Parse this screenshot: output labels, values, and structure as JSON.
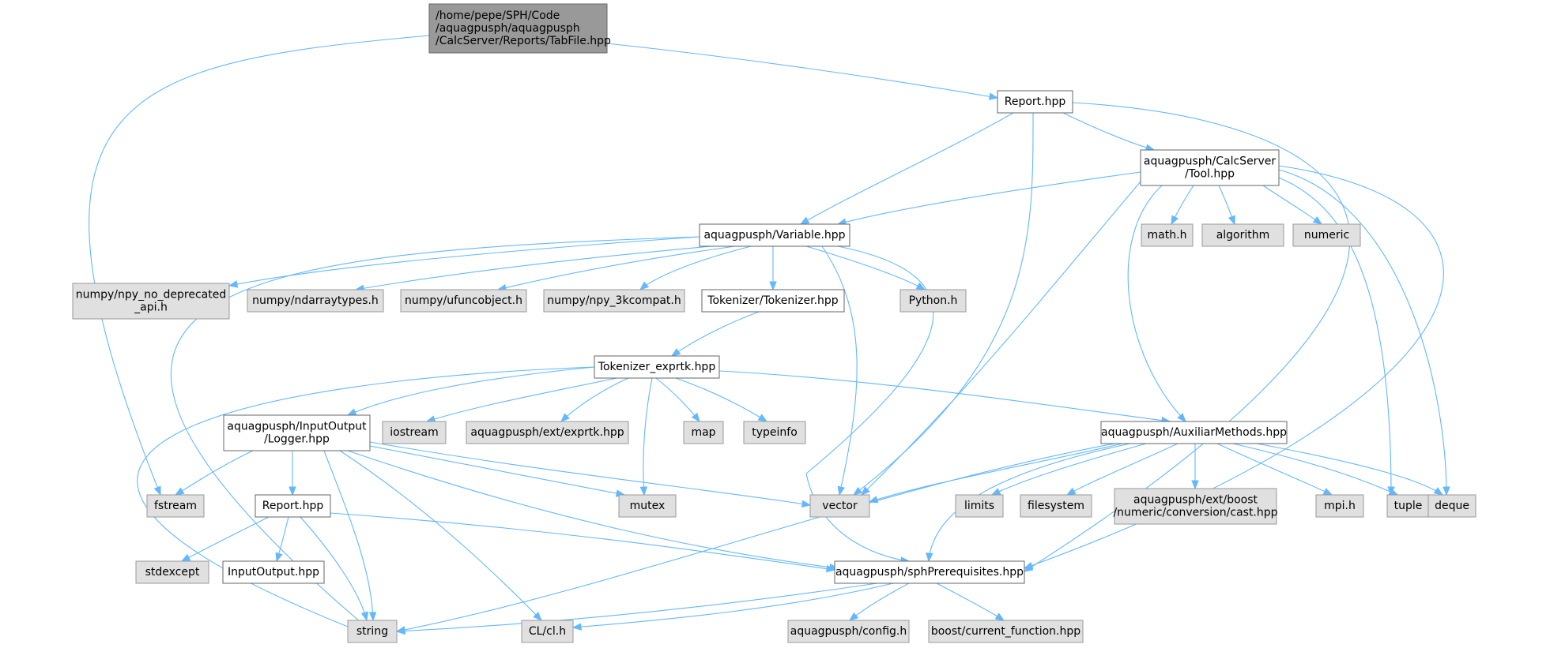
{
  "diagram": {
    "type": "include-dependency-graph",
    "nodes": [
      {
        "id": "root",
        "kind": "root",
        "lines": [
          "/home/pepe/SPH/Code",
          "/aquagpusph/aquagpusph",
          "/CalcServer/Reports/TabFile.hpp"
        ]
      },
      {
        "id": "report",
        "kind": "documented",
        "lines": [
          "Report.hpp"
        ]
      },
      {
        "id": "tool",
        "kind": "documented",
        "lines": [
          "aquagpusph/CalcServer",
          "/Tool.hpp"
        ]
      },
      {
        "id": "variable",
        "kind": "documented",
        "lines": [
          "aquagpusph/Variable.hpp"
        ]
      },
      {
        "id": "math",
        "kind": "external",
        "lines": [
          "math.h"
        ]
      },
      {
        "id": "algorithm",
        "kind": "external",
        "lines": [
          "algorithm"
        ]
      },
      {
        "id": "numeric",
        "kind": "external",
        "lines": [
          "numeric"
        ]
      },
      {
        "id": "npy_no_dep",
        "kind": "external",
        "lines": [
          "numpy/npy_no_deprecated",
          "_api.h"
        ]
      },
      {
        "id": "ndarraytypes",
        "kind": "external",
        "lines": [
          "numpy/ndarraytypes.h"
        ]
      },
      {
        "id": "ufuncobject",
        "kind": "external",
        "lines": [
          "numpy/ufuncobject.h"
        ]
      },
      {
        "id": "npy3k",
        "kind": "external",
        "lines": [
          "numpy/npy_3kcompat.h"
        ]
      },
      {
        "id": "tokenizer",
        "kind": "documented",
        "lines": [
          "Tokenizer/Tokenizer.hpp"
        ]
      },
      {
        "id": "python",
        "kind": "external",
        "lines": [
          "Python.h"
        ]
      },
      {
        "id": "tok_exprtk",
        "kind": "documented",
        "lines": [
          "Tokenizer_exprtk.hpp"
        ]
      },
      {
        "id": "logger",
        "kind": "documented",
        "lines": [
          "aquagpusph/InputOutput",
          "/Logger.hpp"
        ]
      },
      {
        "id": "iostream",
        "kind": "external",
        "lines": [
          "iostream"
        ]
      },
      {
        "id": "exprtk",
        "kind": "external",
        "lines": [
          "aquagpusph/ext/exprtk.hpp"
        ]
      },
      {
        "id": "map",
        "kind": "external",
        "lines": [
          "map"
        ]
      },
      {
        "id": "typeinfo",
        "kind": "external",
        "lines": [
          "typeinfo"
        ]
      },
      {
        "id": "auxiliar",
        "kind": "documented",
        "lines": [
          "aquagpusph/AuxiliarMethods.hpp"
        ]
      },
      {
        "id": "fstream",
        "kind": "external",
        "lines": [
          "fstream"
        ]
      },
      {
        "id": "report2",
        "kind": "documented",
        "lines": [
          "Report.hpp"
        ]
      },
      {
        "id": "mutex",
        "kind": "external",
        "lines": [
          "mutex"
        ]
      },
      {
        "id": "vector",
        "kind": "external",
        "lines": [
          "vector"
        ]
      },
      {
        "id": "limits",
        "kind": "external",
        "lines": [
          "limits"
        ]
      },
      {
        "id": "filesystem",
        "kind": "external",
        "lines": [
          "filesystem"
        ]
      },
      {
        "id": "boostcast",
        "kind": "external",
        "lines": [
          "aquagpusph/ext/boost",
          "/numeric/conversion/cast.hpp"
        ]
      },
      {
        "id": "mpi",
        "kind": "external",
        "lines": [
          "mpi.h"
        ]
      },
      {
        "id": "tuple",
        "kind": "external",
        "lines": [
          "tuple"
        ]
      },
      {
        "id": "deque",
        "kind": "external",
        "lines": [
          "deque"
        ]
      },
      {
        "id": "stdexcept",
        "kind": "external",
        "lines": [
          "stdexcept"
        ]
      },
      {
        "id": "inputoutput",
        "kind": "documented",
        "lines": [
          "InputOutput.hpp"
        ]
      },
      {
        "id": "sphprereq",
        "kind": "documented",
        "lines": [
          "aquagpusph/sphPrerequisites.hpp"
        ]
      },
      {
        "id": "string",
        "kind": "external",
        "lines": [
          "string"
        ]
      },
      {
        "id": "clh",
        "kind": "external",
        "lines": [
          "CL/cl.h"
        ]
      },
      {
        "id": "config",
        "kind": "external",
        "lines": [
          "aquagpusph/config.h"
        ]
      },
      {
        "id": "boostfunc",
        "kind": "external",
        "lines": [
          "boost/current_function.hpp"
        ]
      }
    ],
    "edges": [
      [
        "root",
        "fstream"
      ],
      [
        "root",
        "report"
      ],
      [
        "report",
        "variable"
      ],
      [
        "report",
        "tool"
      ],
      [
        "report",
        "vector"
      ],
      [
        "report",
        "sphprereq"
      ],
      [
        "tool",
        "variable"
      ],
      [
        "tool",
        "math"
      ],
      [
        "tool",
        "algorithm"
      ],
      [
        "tool",
        "numeric"
      ],
      [
        "tool",
        "auxiliar"
      ],
      [
        "tool",
        "vector"
      ],
      [
        "tool",
        "tuple"
      ],
      [
        "tool",
        "deque"
      ],
      [
        "tool",
        "sphprereq"
      ],
      [
        "variable",
        "npy_no_dep"
      ],
      [
        "variable",
        "ndarraytypes"
      ],
      [
        "variable",
        "ufuncobject"
      ],
      [
        "variable",
        "npy3k"
      ],
      [
        "variable",
        "tokenizer"
      ],
      [
        "variable",
        "python"
      ],
      [
        "variable",
        "vector"
      ],
      [
        "variable",
        "sphprereq"
      ],
      [
        "variable",
        "string"
      ],
      [
        "tokenizer",
        "tok_exprtk"
      ],
      [
        "tok_exprtk",
        "logger"
      ],
      [
        "tok_exprtk",
        "iostream"
      ],
      [
        "tok_exprtk",
        "exprtk"
      ],
      [
        "tok_exprtk",
        "map"
      ],
      [
        "tok_exprtk",
        "typeinfo"
      ],
      [
        "tok_exprtk",
        "auxiliar"
      ],
      [
        "tok_exprtk",
        "mutex"
      ],
      [
        "tok_exprtk",
        "string"
      ],
      [
        "logger",
        "fstream"
      ],
      [
        "logger",
        "report2"
      ],
      [
        "logger",
        "mutex"
      ],
      [
        "logger",
        "vector"
      ],
      [
        "logger",
        "sphprereq"
      ],
      [
        "logger",
        "string"
      ],
      [
        "logger",
        "clh"
      ],
      [
        "auxiliar",
        "vector"
      ],
      [
        "auxiliar",
        "limits"
      ],
      [
        "auxiliar",
        "filesystem"
      ],
      [
        "auxiliar",
        "boostcast"
      ],
      [
        "auxiliar",
        "mpi"
      ],
      [
        "auxiliar",
        "tuple"
      ],
      [
        "auxiliar",
        "deque"
      ],
      [
        "auxiliar",
        "sphprereq"
      ],
      [
        "auxiliar",
        "string"
      ],
      [
        "report2",
        "stdexcept"
      ],
      [
        "report2",
        "inputoutput"
      ],
      [
        "report2",
        "string"
      ],
      [
        "report2",
        "sphprereq"
      ],
      [
        "sphprereq",
        "string"
      ],
      [
        "sphprereq",
        "clh"
      ],
      [
        "sphprereq",
        "config"
      ],
      [
        "sphprereq",
        "boostfunc"
      ]
    ]
  }
}
